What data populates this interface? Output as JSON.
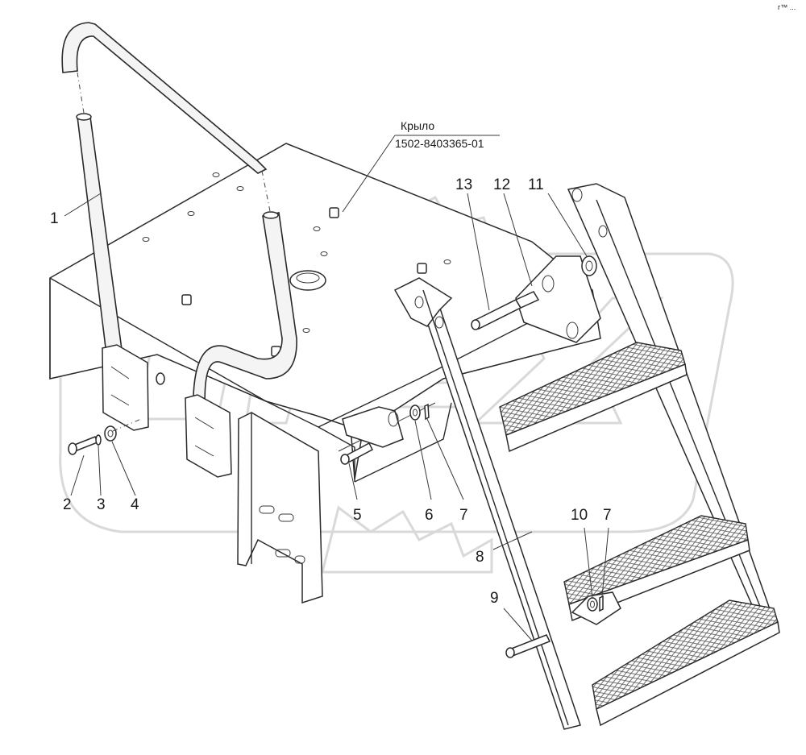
{
  "figure": {
    "corner_mark": "г™ ...",
    "reference": {
      "name": "Крыло",
      "number": "1502-8403365-01"
    },
    "callouts": [
      "1",
      "2",
      "3",
      "4",
      "5",
      "6",
      "7",
      "7",
      "8",
      "9",
      "10",
      "11",
      "12",
      "13"
    ],
    "watermark": "OPEX"
  }
}
